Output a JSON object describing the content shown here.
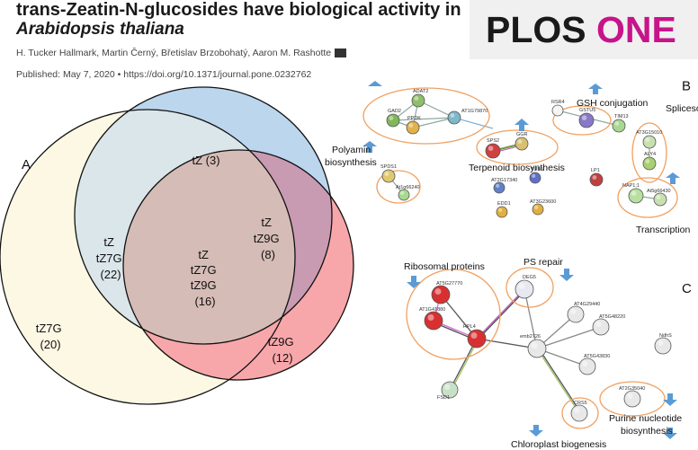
{
  "header": {
    "title_line1": "trans-Zeatin-N-glucosides have biological activity in",
    "title_line2": "Arabidopsis thaliana",
    "authors": "H. Tucker Hallmark,  Martin Černý,  Břetislav Brzobohatý,  Aaron M. Rashotte",
    "published": "Published: May 7, 2020  •   https://doi.org/10.1371/journal.pone.0232762"
  },
  "logo": {
    "part1": "PLOS",
    "part2": "ONE",
    "color1": "#1a1a1a",
    "color2": "#c6148a"
  },
  "venn": {
    "panel_label": "A",
    "regions": [
      {
        "lines": [
          "tZ (3)"
        ]
      },
      {
        "lines": [
          "tZ",
          "tZ7G",
          "(22)"
        ]
      },
      {
        "lines": [
          "tZ",
          "tZ7G",
          "tZ9G",
          "(16)"
        ]
      },
      {
        "lines": [
          "tZ",
          "tZ9G",
          "(8)"
        ]
      },
      {
        "lines": [
          "tZ7G",
          "(20)"
        ]
      },
      {
        "lines": [
          "tZ9G",
          "(12)"
        ]
      }
    ],
    "colors": {
      "tZ7G": "#fdf8e4",
      "tZ": "#bcd6ee",
      "tZ9G": "#f7a7aa",
      "overlap_7G_tZ": "#dbe6ea",
      "overlap_9G_tZ": "#c78fa4",
      "center": "#d8b8b4"
    }
  },
  "networkB": {
    "panel_label": "B",
    "cluster_labels": [
      "GSH conjugation",
      "Splicesome",
      "Polyamin",
      "biosynthesis",
      "Terpenoid biosynthesis",
      "Transcription"
    ],
    "nodes": [
      "ADAT2",
      "GAD2",
      "PPDK",
      "AT1G79870",
      "RSR4",
      "GSTU5",
      "TIM13",
      "SPS2",
      "GGR",
      "AT3G15010",
      "ALY4",
      "SPDS1",
      "At1g66240",
      "TUB5",
      "AT2G17340",
      "EDD1",
      "AT3G23600",
      "LP1",
      "NAP1;1",
      "At5g66430"
    ]
  },
  "networkC": {
    "panel_label": "C",
    "cluster_labels": [
      "Ribosomal proteins",
      "PS repair",
      "Chloroplast biogenesis",
      "Purine nucleotide",
      "biosynthesis"
    ],
    "nodes": [
      "AT5G27770",
      "AT1G41880",
      "RPL4",
      "DEG5",
      "AT4G29440",
      "AT5G48220",
      "NdhS",
      "emb2726",
      "AT5G43830",
      "FSD1",
      "CRS5",
      "AT2G35040"
    ]
  }
}
